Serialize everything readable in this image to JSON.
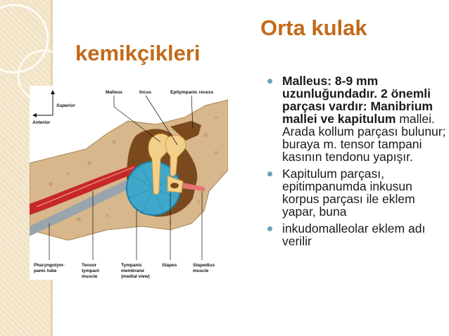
{
  "slide": {
    "title_line1": "Orta kulak",
    "title_line2": "kemikçikleri"
  },
  "figure": {
    "labels": {
      "malleus": "Malleus",
      "incus": "Incus",
      "epitympanic_recess": "Epitympanic recess",
      "superior": "Superior",
      "anterior": "Anterior",
      "pharyngotympanic_l1": "Pharyngotym-",
      "pharyngotympanic_l2": "panic tube",
      "tensor_l1": "Tensor",
      "tensor_l2": "tympani",
      "tensor_l3": "muscle",
      "tympanic_l1": "Tympanic",
      "tympanic_l2": "membrane",
      "tympanic_l3": "(medial view)",
      "stapes": "Stapes",
      "stapedius_l1": "Stapedius",
      "stapedius_l2": "muscle"
    }
  },
  "bullets": [
    {
      "bold": "Malleus: 8-9 mm uzunluğundadır. 2 önemli parçası vardır: Manibrium mallei ve kapitulum",
      "normal": " mallei. Arada kollum parçası bulunur; buraya m. tensor tampani kasının tendonu yapışır."
    },
    {
      "bold": "",
      "normal": "Kapitulum parçası, epitimpanumda inkusun korpus parçası ile eklem yapar, buna"
    },
    {
      "bold": "",
      "normal": "inkudomalleolar eklem adı verilir"
    }
  ]
}
